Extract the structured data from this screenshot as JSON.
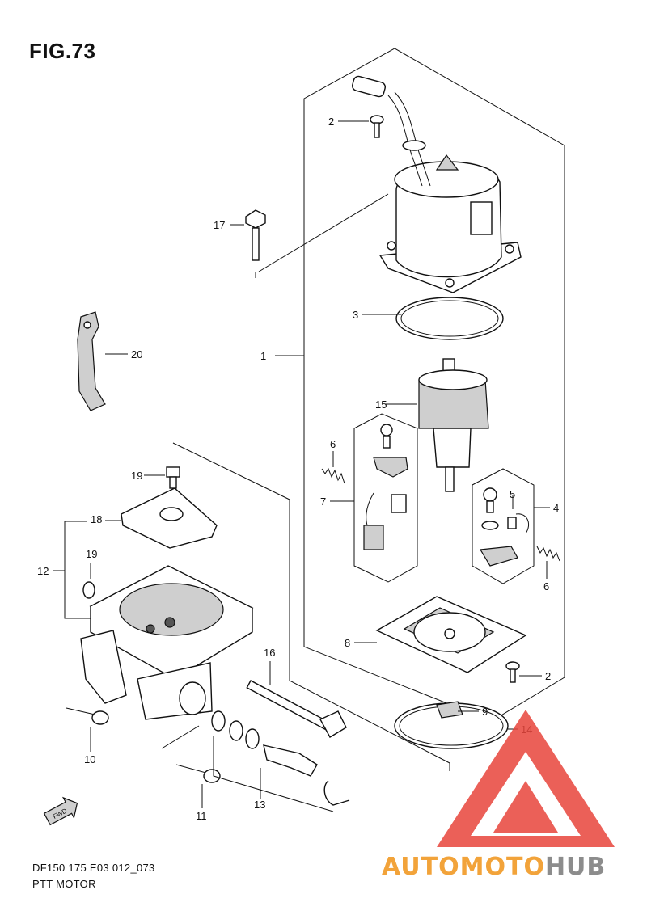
{
  "figure": {
    "title": "FIG.73",
    "code": "DF150 175 E03 012_073",
    "name": "PTT MOTOR"
  },
  "callouts": [
    "1",
    "2",
    "2",
    "3",
    "4",
    "5",
    "6",
    "6",
    "7",
    "8",
    "9",
    "10",
    "11",
    "12",
    "13",
    "14",
    "15",
    "16",
    "17",
    "18",
    "19",
    "19",
    "20"
  ],
  "fwd_label": "FWD",
  "watermark": {
    "part1": "AUTOMOTO",
    "part2": "HUB",
    "color_red": "#e8453c",
    "color_orange": "#f2a33a",
    "color_gray": "#8c8c8c"
  }
}
